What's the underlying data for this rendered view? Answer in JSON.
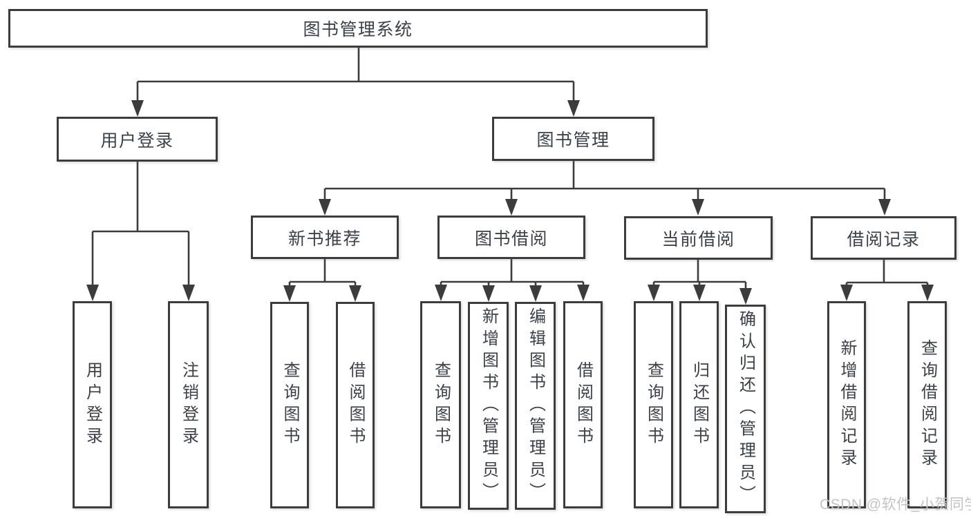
{
  "diagram": {
    "root": {
      "label": "图书管理系统"
    },
    "login": {
      "label": "用户登录",
      "children": [
        {
          "label": "用户登录"
        },
        {
          "label": "注销登录"
        }
      ]
    },
    "manage": {
      "label": "图书管理",
      "groups": [
        {
          "label": "新书推荐",
          "children": [
            {
              "label": "查询图书"
            },
            {
              "label": "借阅图书"
            }
          ]
        },
        {
          "label": "图书借阅",
          "children": [
            {
              "label": "查询图书"
            },
            {
              "label": "新增图书（管理员）"
            },
            {
              "label": "编辑图书（管理员）"
            },
            {
              "label": "借阅图书"
            }
          ]
        },
        {
          "label": "当前借阅",
          "children": [
            {
              "label": "查询图书"
            },
            {
              "label": "归还图书"
            },
            {
              "label": "确认归还（管理员）"
            }
          ]
        },
        {
          "label": "借阅记录",
          "children": [
            {
              "label": "新增借阅记录"
            },
            {
              "label": "查询借阅记录"
            }
          ]
        }
      ]
    },
    "watermark": {
      "text": "CSDN @软件_小贺同学"
    }
  },
  "colors": {
    "line": "#3c3c3c",
    "text": "#3b4049",
    "watermark": "#c3c3c3",
    "background": "#ffffff"
  }
}
